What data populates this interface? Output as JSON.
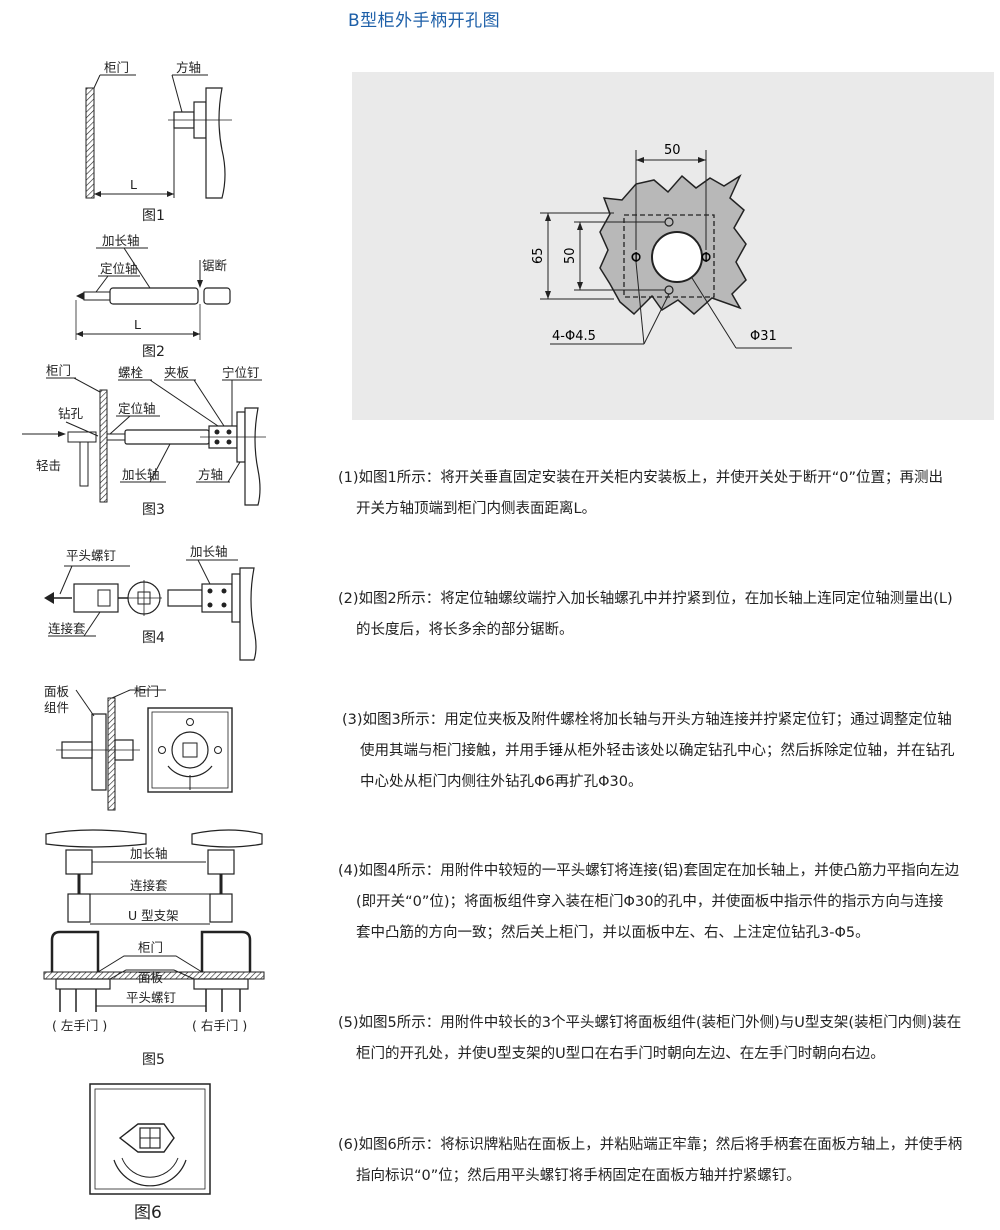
{
  "title": "B型柜外手柄开孔图",
  "main_diagram": {
    "dim_width": "50",
    "dim_height_outer": "65",
    "dim_height_inner": "50",
    "hole_label": "4-Φ4.5",
    "center_label": "Φ31",
    "hole_symbol_left": "Φ",
    "hole_symbol_right": "Φ"
  },
  "figures": {
    "fig1": {
      "caption": "图1",
      "door": "柜门",
      "shaft": "方轴",
      "dim": "L"
    },
    "fig2": {
      "caption": "图2",
      "ext_shaft": "加长轴",
      "pos_shaft": "定位轴",
      "saw": "锯断",
      "dim": "L"
    },
    "fig3": {
      "caption": "图3",
      "door": "柜门",
      "bolt": "螺栓",
      "clamp": "夹板",
      "screw": "宁位钉",
      "drill": "钻孔",
      "pos_shaft": "定位轴",
      "tap": "轻击",
      "ext_shaft": "加长轴",
      "shaft": "方轴"
    },
    "fig4": {
      "caption": "图4",
      "flat_screw": "平头螺钉",
      "ext_shaft": "加长轴",
      "sleeve": "连接套"
    },
    "fig_panel": {
      "panel": "面板",
      "assembly": "组件",
      "door": "柜门"
    },
    "fig5": {
      "caption": "图5",
      "ext_shaft": "加长轴",
      "sleeve": "连接套",
      "bracket": "U 型支架",
      "door": "柜门",
      "panel": "面板",
      "flat_screw": "平头螺钉",
      "left_door": "( 左手门 )",
      "right_door": "( 右手门 )"
    },
    "fig6": {
      "caption": "图6"
    }
  },
  "steps": [
    {
      "lines": [
        "(1)如图1所示：将开关垂直固定安装在开关柜内安装板上，并使开关处于断开“0”位置；再测出",
        "开关方轴顶端到柜门内侧表面距离L。"
      ]
    },
    {
      "lines": [
        "(2)如图2所示：将定位轴螺纹端拧入加长轴螺孔中并拧紧到位，在加长轴上连同定位轴测量出(L)",
        "的长度后，将长多余的部分锯断。"
      ]
    },
    {
      "lines": [
        "(3)如图3所示：用定位夹板及附件螺栓将加长轴与开头方轴连接并拧紧定位钉；通过调整定位轴",
        "使用其端与柜门接触，并用手锤从柜外轻击该处以确定钻孔中心；然后拆除定位轴，并在钻孔",
        "中心处从柜门内侧往外钻孔Φ6再扩孔Φ30。"
      ]
    },
    {
      "lines": [
        "(4)如图4所示：用附件中较短的一平头螺钉将连接(铝)套固定在加长轴上，并使凸筋力平指向左边",
        "(即开关“0”位)；将面板组件穿入装在柜门Φ30的孔中，并使面板中指示件的指示方向与连接",
        "套中凸筋的方向一致；然后关上柜门，并以面板中左、右、上注定位钻孔3-Φ5。"
      ]
    },
    {
      "lines": [
        "(5)如图5所示：用附件中较长的3个平头螺钉将面板组件(装柜门外侧)与U型支架(装柜门内侧)装在",
        "柜门的开孔处，并使U型支架的U型口在右手门时朝向左边、在左手门时朝向右边。"
      ]
    },
    {
      "lines": [
        "(6)如图6所示：将标识牌粘贴在面板上，并粘贴端正牢靠；然后将手柄套在面板方轴上，并使手柄",
        "指向标识“0”位；然后用平头螺钉将手柄固定在面板方轴并拧紧螺钉。"
      ]
    }
  ]
}
